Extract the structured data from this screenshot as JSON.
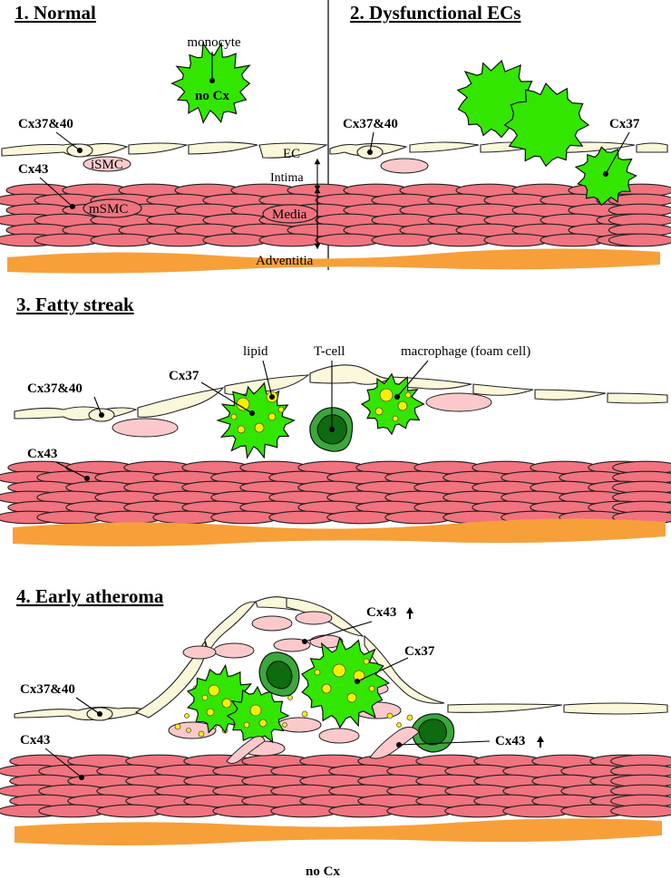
{
  "panels": {
    "p1": "1. Normal",
    "p2": "2. Dysfunctional ECs",
    "p3": "3. Fatty streak",
    "p4": "4. Early atheroma"
  },
  "labels": {
    "monocyte": "monocyte",
    "no_cx_cell": "no Cx",
    "cx3740_1": "Cx37&40",
    "cx43_1": "Cx43",
    "ismc": "iSMC",
    "msmc": "mSMC",
    "ec": "EC",
    "intima": "Intima",
    "media": "Media",
    "adventitia": "Adventitia",
    "cx3740_2": "Cx37&40",
    "cx37_2": "Cx37",
    "lipid": "lipid",
    "tcell": "T-cell",
    "macrophage": "macrophage (foam cell)",
    "cx37_3": "Cx37",
    "cx3740_3": "Cx37&40",
    "cx43_3": "Cx43",
    "cx43_up_1": "Cx43",
    "cx37_4": "Cx37",
    "cx3740_4": "Cx37&40",
    "cx43_4": "Cx43",
    "cx43_up_2": "Cx43",
    "no_cx_bottom": "no Cx"
  },
  "colors": {
    "endothelium": "#fbf7da",
    "smooth_muscle": "#f0737f",
    "intimal_smc": "#fbc9cc",
    "adventitia": "#f7a03a",
    "monocyte": "#33e600",
    "lipid": "#f4f000",
    "t_cell": "#0f6b0f"
  }
}
